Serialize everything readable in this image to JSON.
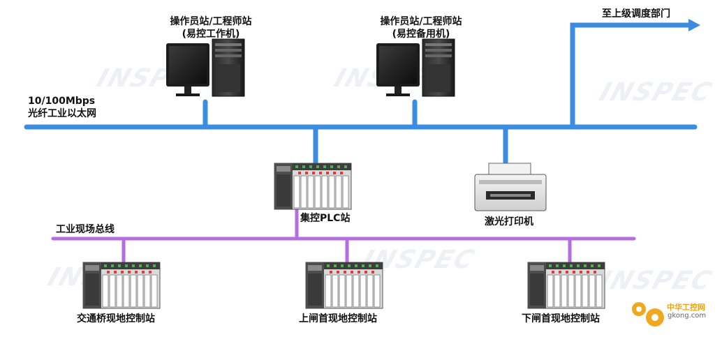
{
  "network": {
    "ethernet_label_line1": "10/100Mbps",
    "ethernet_label_line2": "光纤工业以太网",
    "fieldbus_label": "工业现场总线",
    "uplink_label": "至上级调度部门"
  },
  "stations": {
    "operator_main_line1": "操作员站/工程师站",
    "operator_main_line2": "(易控工作机)",
    "operator_backup_line1": "操作员站/工程师站",
    "operator_backup_line2": "(易控备用机)",
    "plc_center": "集控PLC站",
    "printer": "激光打印机",
    "field_station_1": "交通桥现地控制站",
    "field_station_2": "上闸首现地控制站",
    "field_station_3": "下闸首现地控制站"
  },
  "colors": {
    "ethernet": "#3a8de0",
    "fieldbus": "#b46ee0",
    "background": "#ffffff"
  },
  "logo": {
    "name": "中华工控网",
    "domain": "gkong.com"
  }
}
